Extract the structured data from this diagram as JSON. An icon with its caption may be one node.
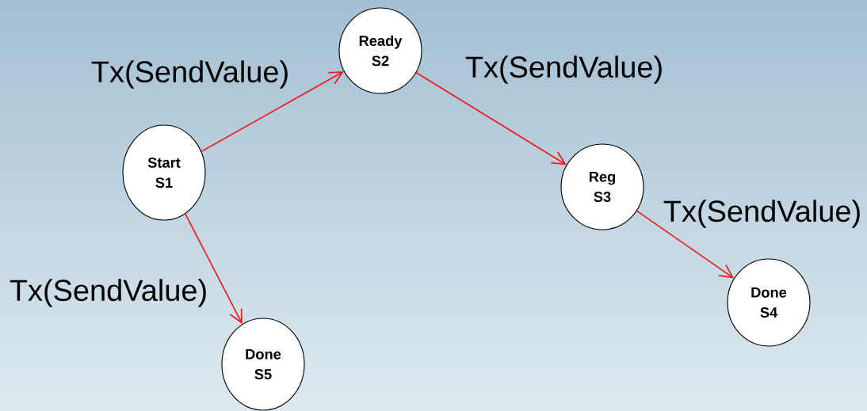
{
  "diagram": {
    "nodes": [
      {
        "text": [
          "Start",
          "S1"
        ]
      },
      {
        "text": [
          "Ready",
          "S2"
        ]
      },
      {
        "text": [
          "Reg",
          "S3"
        ]
      },
      {
        "text": [
          "Done",
          "S4"
        ]
      },
      {
        "text": [
          "Done",
          "S5"
        ]
      }
    ],
    "edges": [
      {
        "from": 0,
        "to": 1,
        "arrow": "to",
        "label": "Tx(SendValue)"
      },
      {
        "from": 1,
        "to": 2,
        "arrow": "to",
        "label": "Tx(SendValue)"
      },
      {
        "from": 2,
        "to": 3,
        "arrow": "to",
        "label": "Tx(SendValue)"
      },
      {
        "from": 0,
        "to": 4,
        "arrow": "to",
        "label": "Tx(SendValue)"
      }
    ]
  }
}
